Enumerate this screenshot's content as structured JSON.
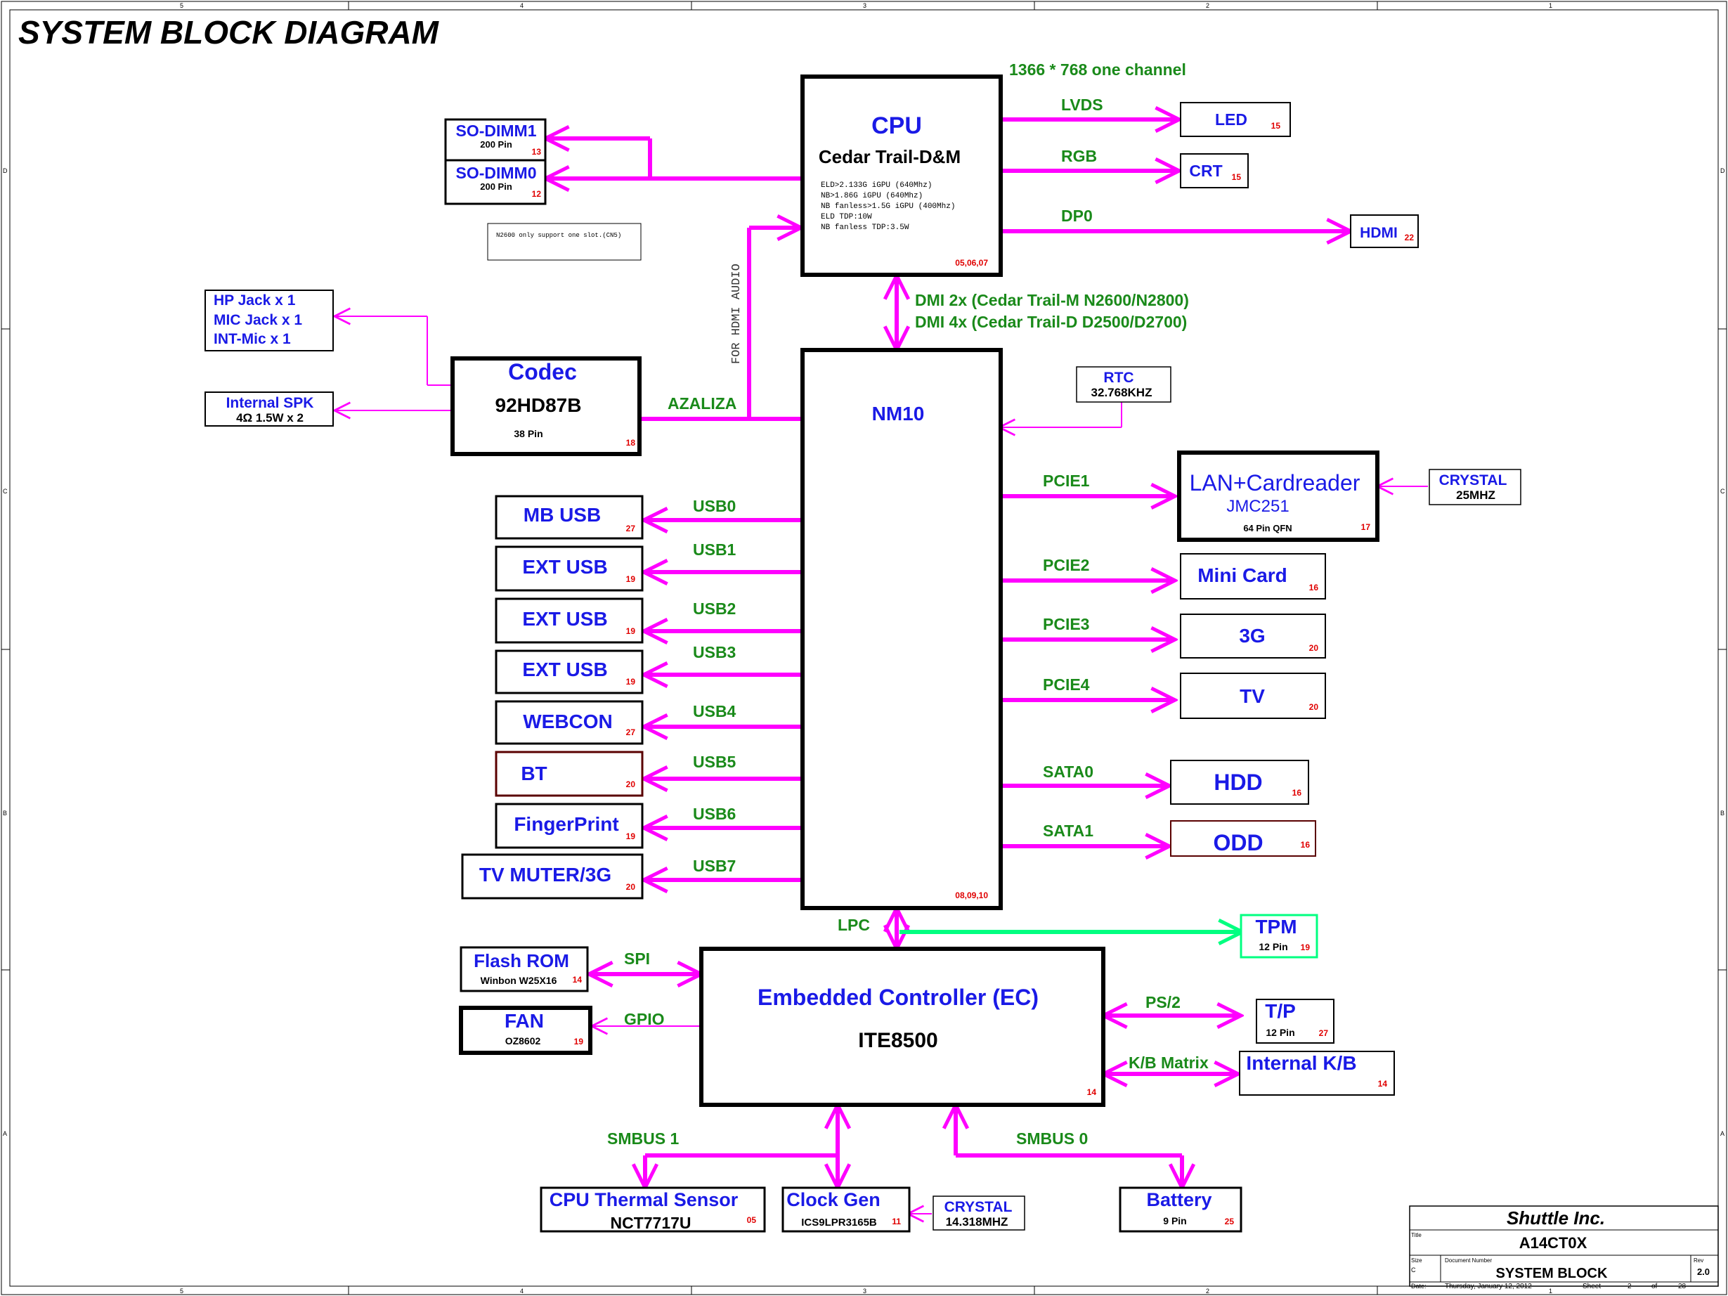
{
  "page_title": "SYSTEM BLOCK DIAGRAM",
  "border": {
    "cols": [
      "5",
      "4",
      "3",
      "2",
      "1"
    ],
    "rows": [
      "D",
      "C",
      "B",
      "A"
    ]
  },
  "cpu": {
    "title": "CPU",
    "model": "Cedar Trail-D&M",
    "specs": [
      "ELD>2.133G iGPU (640Mhz)",
      "NB>1.86G iGPU (640Mhz)",
      "NB fanless>1.5G iGPU (400Mhz)",
      "ELD TDP:10W",
      "NB fanless TDP:3.5W"
    ],
    "page": "05,06,07"
  },
  "display": {
    "resolution": "1366 * 768 one channel",
    "lvds": "LVDS",
    "led": "LED",
    "led_page": "15",
    "rgb": "RGB",
    "crt": "CRT",
    "crt_page": "15",
    "dp0": "DP0",
    "hdmi": "HDMI",
    "hdmi_page": "22"
  },
  "memory": {
    "dimm1": "SO-DIMM1",
    "dimm1_pins": "200 Pin",
    "dimm1_page": "13",
    "dimm0": "SO-DIMM0",
    "dimm0_pins": "200 Pin",
    "dimm0_page": "12",
    "note": "N2600 only support one slot.(CN5)"
  },
  "hdmi_audio": "FOR HDMI AUDIO",
  "dmi": {
    "line1": "DMI 2x (Cedar Trail-M N2600/N2800)",
    "line2": "DMI 4x (Cedar Trail-D D2500/D2700)"
  },
  "audio": {
    "jacks": [
      "HP Jack x 1",
      "MIC Jack x 1",
      "INT-Mic x 1"
    ],
    "spk": "Internal SPK",
    "spk_spec": "4Ω 1.5W x 2",
    "codec": "Codec",
    "codec_model": "92HD87B",
    "codec_pins": "38 Pin",
    "codec_page": "18",
    "bus": "AZALIZA"
  },
  "nm10": {
    "title": "NM10",
    "page": "08,09,10"
  },
  "rtc": {
    "title": "RTC",
    "freq": "32.768KHZ"
  },
  "usb": [
    {
      "bus": "USB0",
      "name": "MB USB",
      "page": "27"
    },
    {
      "bus": "USB1",
      "name": "EXT USB",
      "page": "19"
    },
    {
      "bus": "USB2",
      "name": "EXT USB",
      "page": "19"
    },
    {
      "bus": "USB3",
      "name": "EXT USB",
      "page": "19"
    },
    {
      "bus": "USB4",
      "name": "WEBCON",
      "page": "27"
    },
    {
      "bus": "USB5",
      "name": "BT",
      "page": "20"
    },
    {
      "bus": "USB6",
      "name": "FingerPrint",
      "page": "19"
    },
    {
      "bus": "USB7",
      "name": "TV MUTER/3G",
      "page": "20"
    }
  ],
  "pcie": [
    {
      "bus": "PCIE1",
      "name": "LAN+Cardreader",
      "sub": "JMC251",
      "pins": "64 Pin QFN",
      "page": "17"
    },
    {
      "bus": "PCIE2",
      "name": "Mini Card",
      "page": "16"
    },
    {
      "bus": "PCIE3",
      "name": "3G",
      "page": "20"
    },
    {
      "bus": "PCIE4",
      "name": "TV",
      "page": "20"
    }
  ],
  "lan_crystal": {
    "title": "CRYSTAL",
    "freq": "25MHZ"
  },
  "sata": [
    {
      "bus": "SATA0",
      "name": "HDD",
      "page": "16"
    },
    {
      "bus": "SATA1",
      "name": "ODD",
      "page": "16"
    }
  ],
  "lpc": "LPC",
  "tpm": {
    "title": "TPM",
    "pins": "12 Pin",
    "page": "19"
  },
  "ec": {
    "title": "Embedded Controller (EC)",
    "model": "ITE8500",
    "page": "14"
  },
  "flash": {
    "bus": "SPI",
    "title": "Flash ROM",
    "model": "Winbon W25X16",
    "page": "14"
  },
  "fan": {
    "bus": "GPIO",
    "title": "FAN",
    "model": "OZ8602",
    "page": "19"
  },
  "tp": {
    "bus": "PS/2",
    "title": "T/P",
    "pins": "12 Pin",
    "page": "27"
  },
  "kb": {
    "bus": "K/B Matrix",
    "title": "Internal K/B",
    "page": "14"
  },
  "smbus1": "SMBUS 1",
  "smbus0": "SMBUS 0",
  "thermal": {
    "title": "CPU Thermal Sensor",
    "model": "NCT7717U",
    "page": "05"
  },
  "clock": {
    "title": "Clock Gen",
    "model": "ICS9LPR3165B",
    "page": "11"
  },
  "clock_crystal": {
    "title": "CRYSTAL",
    "freq": "14.318MHZ"
  },
  "battery": {
    "title": "Battery",
    "pins": "9 Pin",
    "page": "25"
  },
  "title_block": {
    "company": "Shuttle Inc.",
    "title_label": "Title",
    "title": "A14CT0X",
    "size_label": "Size",
    "size": "C",
    "docnum_label": "Document Number",
    "document": "SYSTEM BLOCK",
    "rev_label": "Rev",
    "rev": "2.0",
    "date_label": "Date:",
    "date": "Thursday, January 12, 2012",
    "sheet_label": "Sheet",
    "sheet": "2",
    "of_label": "of",
    "total": "28"
  },
  "colors": {
    "bus_line": "#ff00ff",
    "lpc_line": "#00ff80",
    "block_title": "#1a1ae6",
    "bus_label": "#1a8a1a",
    "page_ref": "#e00000"
  }
}
